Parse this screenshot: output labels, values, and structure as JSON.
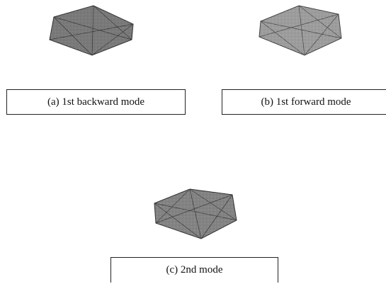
{
  "panels": [
    {
      "id": "a",
      "caption": "(a) 1st backward mode",
      "shade": "#7d7d7d"
    },
    {
      "id": "b",
      "caption": "(b) 1st forward mode",
      "shade": "#9a9a9a"
    },
    {
      "id": "c",
      "caption": "(c) 2nd mode",
      "shade": "#858585"
    }
  ]
}
